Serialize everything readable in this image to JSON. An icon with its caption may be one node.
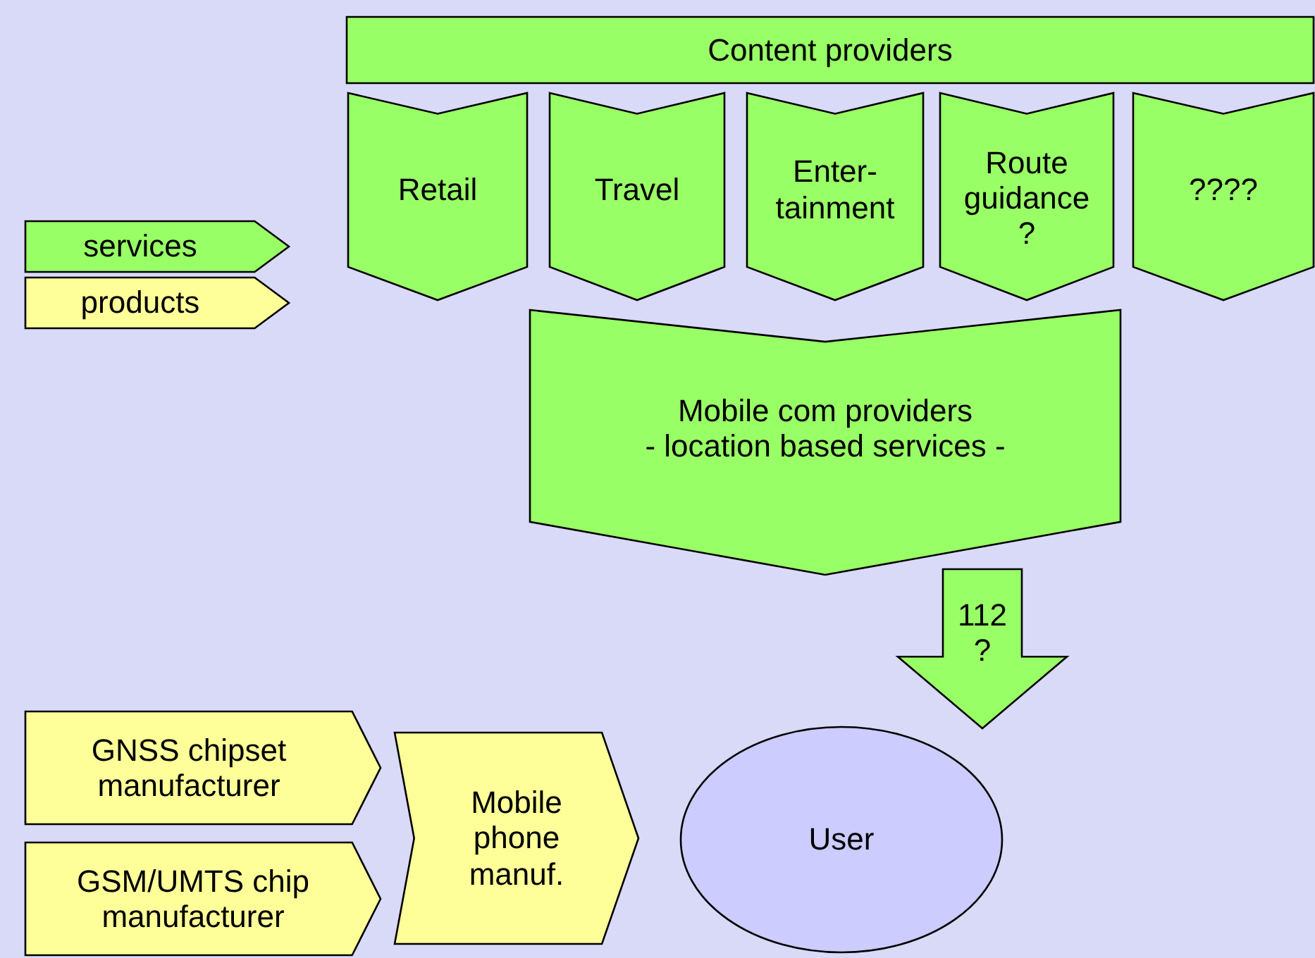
{
  "diagram": {
    "nodes": [
      {
        "text": [
          "Content providers"
        ]
      },
      {
        "text": [
          "Retail"
        ]
      },
      {
        "text": [
          "Travel"
        ]
      },
      {
        "text": [
          "Enter- tainment"
        ]
      },
      {
        "text": [
          "Route guidance ?"
        ]
      },
      {
        "text": [
          "????"
        ]
      },
      {
        "text": [
          "Mobile com providers",
          "- location based services -"
        ]
      },
      {
        "text": [
          "User"
        ]
      },
      {
        "text": [
          "GNSS chipset manufacturer"
        ]
      },
      {
        "text": [
          "GSM/UMTS chip manufacturer"
        ]
      },
      {
        "text": [
          "Mobile phone manuf."
        ]
      }
    ],
    "edges": [
      {
        "from": 6,
        "to": 7,
        "arrow": "to",
        "label": "112 ?",
        "style": "thick"
      }
    ],
    "legend": [
      {
        "text": "services",
        "color": "#99ff66"
      },
      {
        "text": "products",
        "color": "#ffff99"
      }
    ]
  }
}
